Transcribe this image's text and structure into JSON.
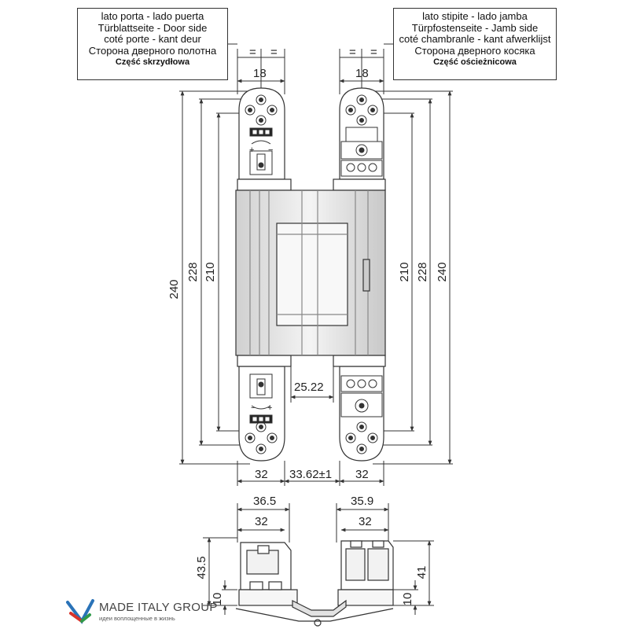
{
  "labels": {
    "door_side": [
      "lato porta - lado puerta",
      "Türblattseite - Door side",
      "coté porte - kant deur",
      "Сторона дверного полотна",
      "Część skrzydłowa"
    ],
    "jamb_side": [
      "lato stipite - lado jamba",
      "Türpfostenseite - Jamb side",
      "coté chambranle - kant afwerklijst",
      "Сторона дверного косяка",
      "Część ościeżnicowa"
    ]
  },
  "dimensions": {
    "top_width_left": "18",
    "top_width_right": "18",
    "eq_mark": "=",
    "height_240": "240",
    "height_228": "228",
    "height_210": "210",
    "offset_25_22": "25.22",
    "bottom_left": "32",
    "bottom_center": "33.62±1",
    "bottom_right": "32",
    "side_36_5": "36.5",
    "side_35_9": "35.9",
    "side_32_left": "32",
    "side_32_right": "32",
    "side_43_5": "43.5",
    "side_41": "41",
    "side_10_left": "10",
    "side_10_right": "10"
  },
  "plate_marks": {
    "plus": "+",
    "minus": "−"
  },
  "brand": {
    "name": "MADE ITALY GROUP",
    "tagline": "идеи воплощенные в жизнь"
  },
  "colors": {
    "line": "#333333",
    "metal": "#e6e6e6",
    "metal_dark": "#9a9a9a",
    "logo_red": "#d9342b",
    "logo_blue": "#2a73b8",
    "logo_green": "#2f9a4a"
  }
}
